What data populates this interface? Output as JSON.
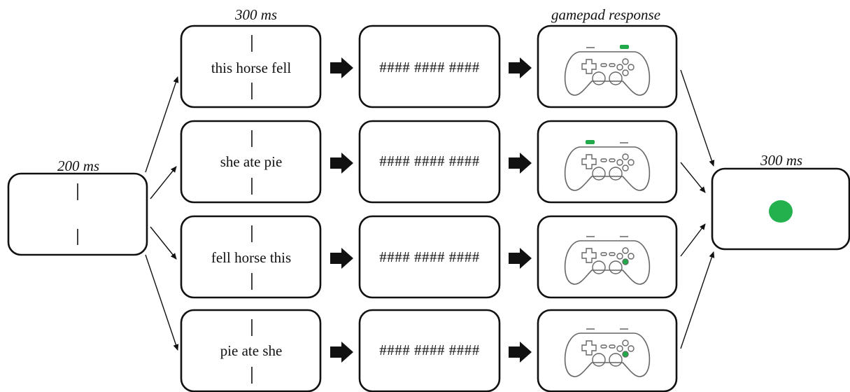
{
  "timing_labels": {
    "fixation": "200 ms",
    "sentence": "300 ms",
    "response": "gamepad response",
    "feedback": "300 ms"
  },
  "rows": [
    {
      "sentence": "this horse fell",
      "mask": "#### #### ####",
      "highlight": "right-shoulder"
    },
    {
      "sentence": "she ate pie",
      "mask": "#### #### ####",
      "highlight": "left-shoulder"
    },
    {
      "sentence": "fell horse this",
      "mask": "#### #### ####",
      "highlight": "face-button-bottom"
    },
    {
      "sentence": "pie ate she",
      "mask": "#### #### ####",
      "highlight": "face-button-bottom"
    }
  ],
  "colors": {
    "highlight": "#22a94b",
    "feedback_dot": "#22b14c"
  },
  "icons": {
    "response": "gamepad-icon",
    "feedback": "green-dot"
  }
}
